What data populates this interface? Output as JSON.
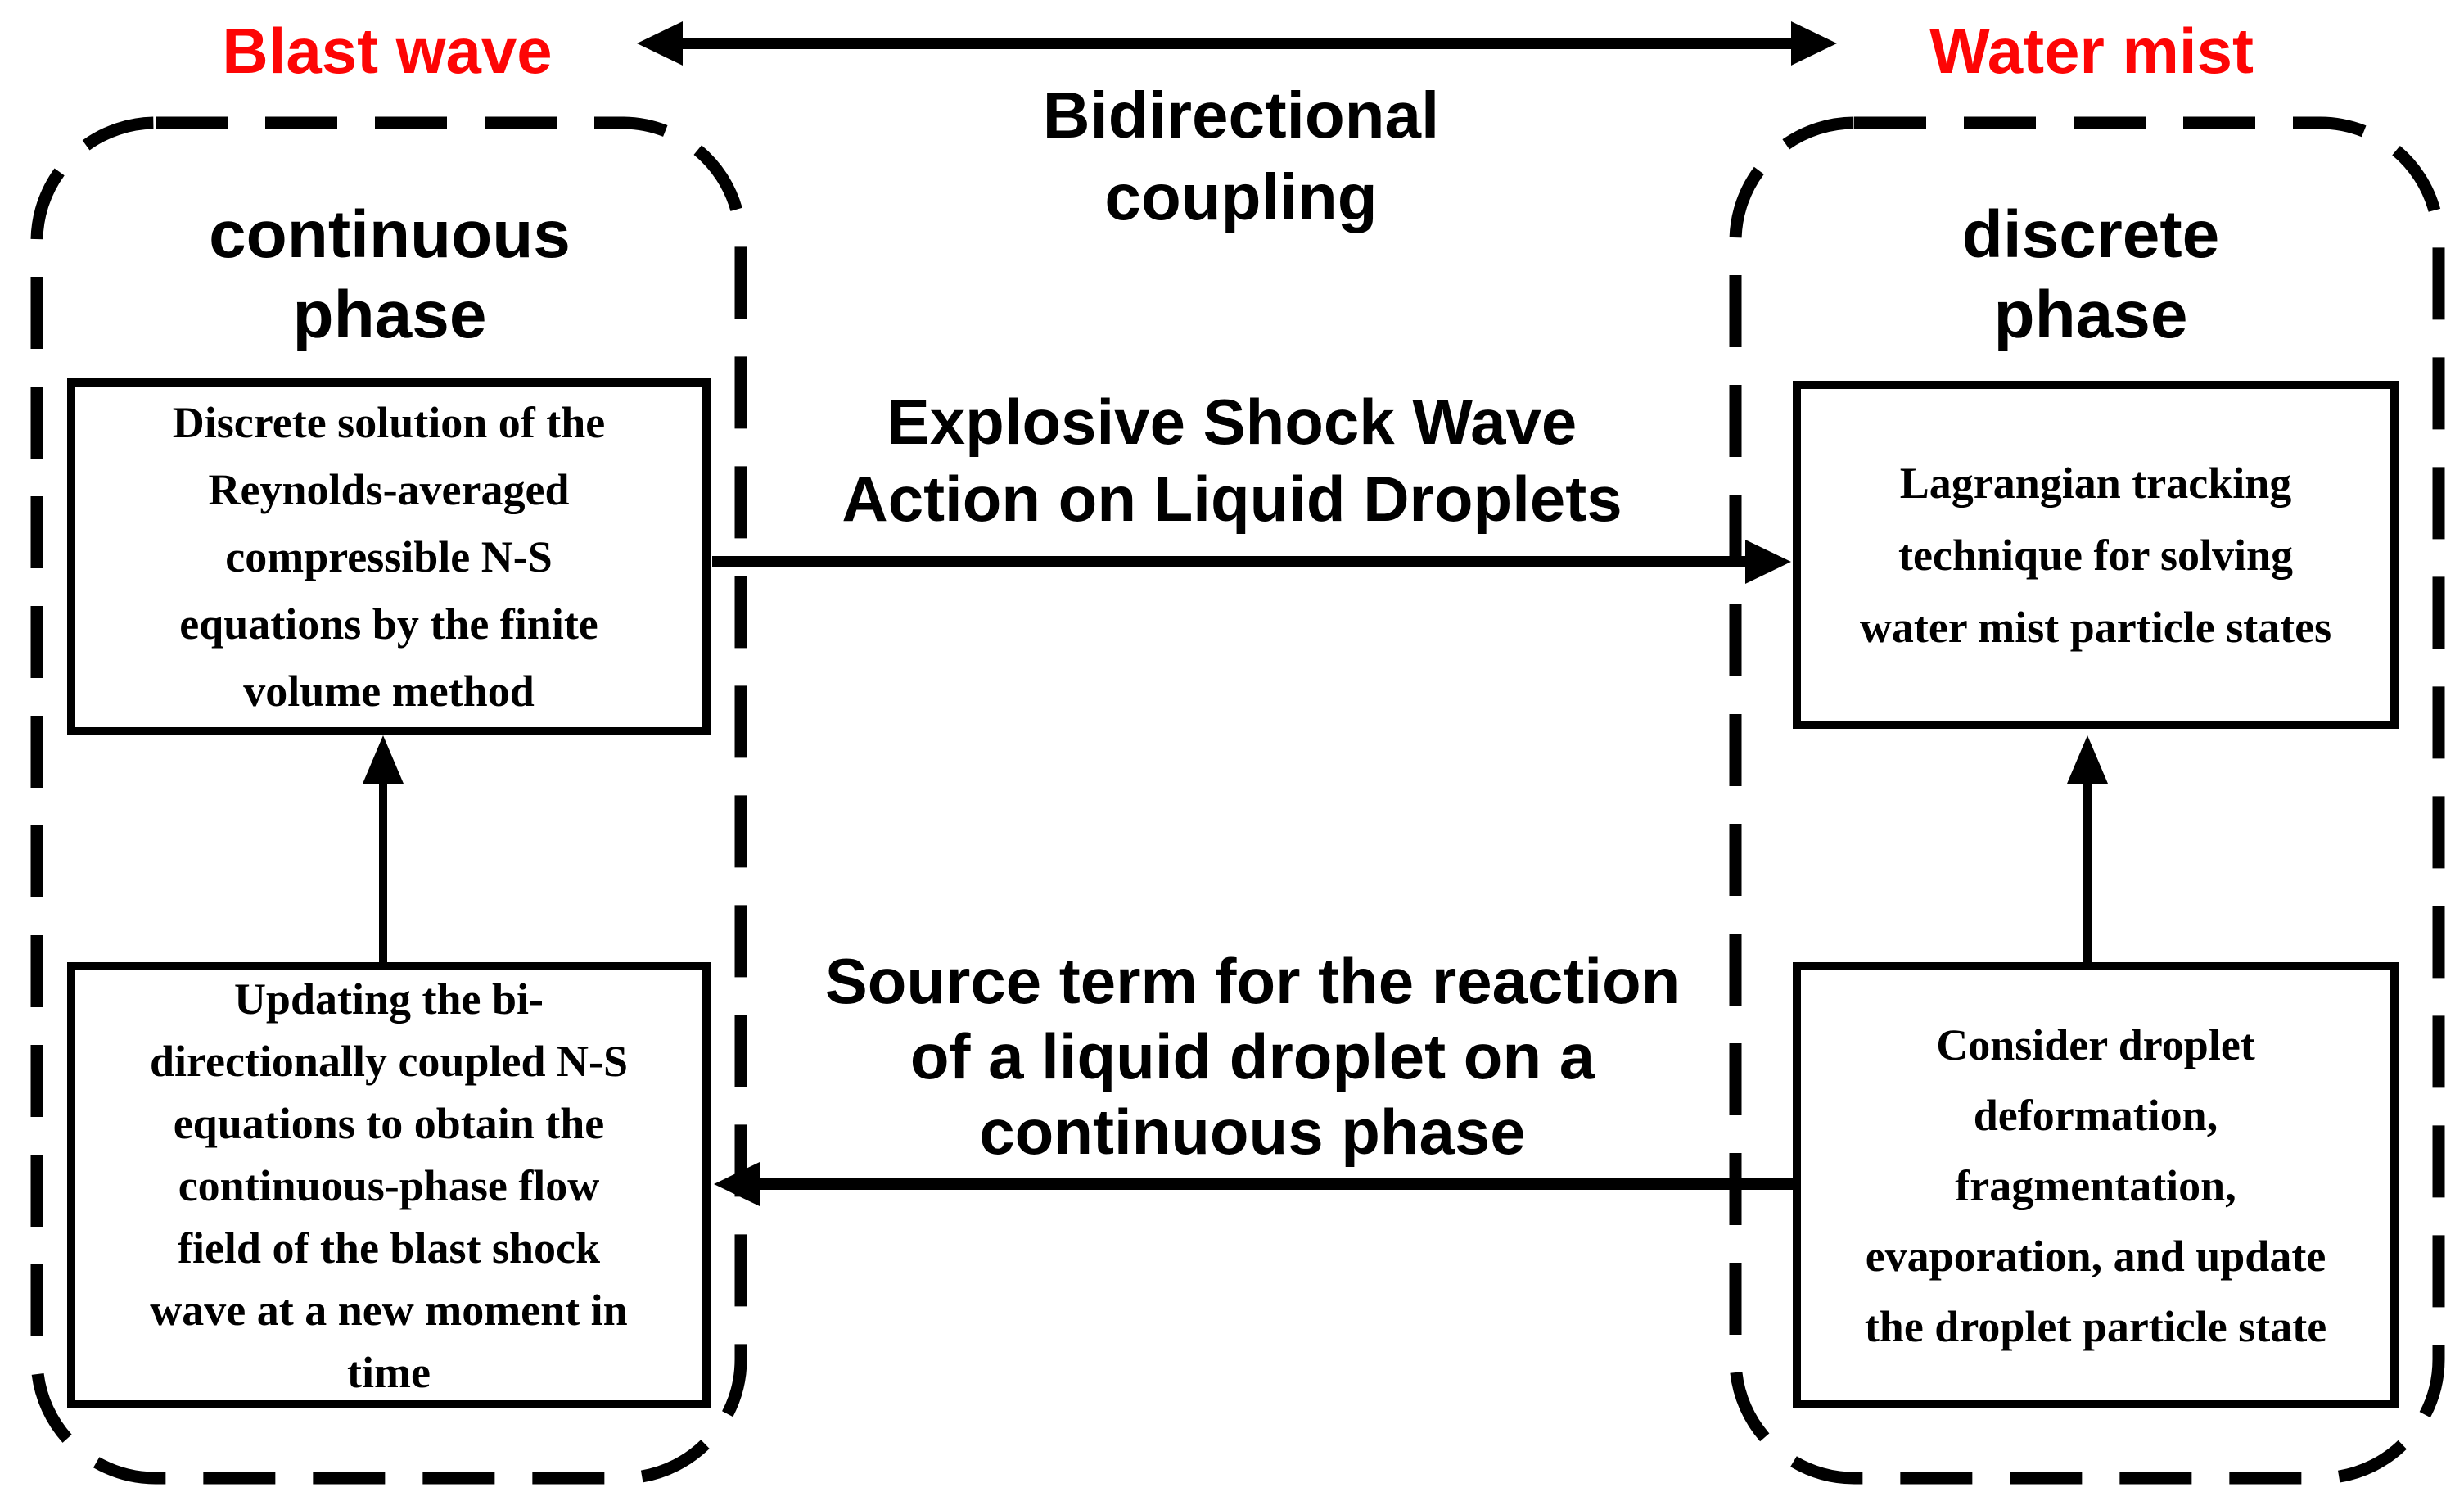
{
  "canvas": {
    "width": "3010",
    "height": "1833",
    "background": "#ffffff"
  },
  "colors": {
    "title_red": "#fd0505",
    "ink": "#000000"
  },
  "titles": {
    "left": "Blast wave",
    "right": "Water mist"
  },
  "coupling": {
    "label": "Bidirectional\ncoupling"
  },
  "panels": {
    "left": {
      "heading": "continuous\nphase",
      "top_box": "Discrete solution of the\nReynolds-averaged\ncompressible N-S\nequations by the finite\nvolume method",
      "bottom_box": "Updating the bi-\ndirectionally coupled N-S\nequations to obtain the\ncontinuous-phase flow\nfield of the blast shock\nwave at a new moment in\ntime"
    },
    "right": {
      "heading": "discrete\nphase",
      "top_box": "Lagrangian tracking\ntechnique for solving\nwater mist particle states",
      "bottom_box": "Consider droplet\ndeformation,\nfragmentation,\nevaporation, and update\nthe droplet particle state"
    }
  },
  "arrows": {
    "top_label": "Explosive Shock Wave\nAction on Liquid Droplets",
    "bottom_label": "Source term for the reaction\nof a liquid droplet on a\ncontinuous phase"
  }
}
